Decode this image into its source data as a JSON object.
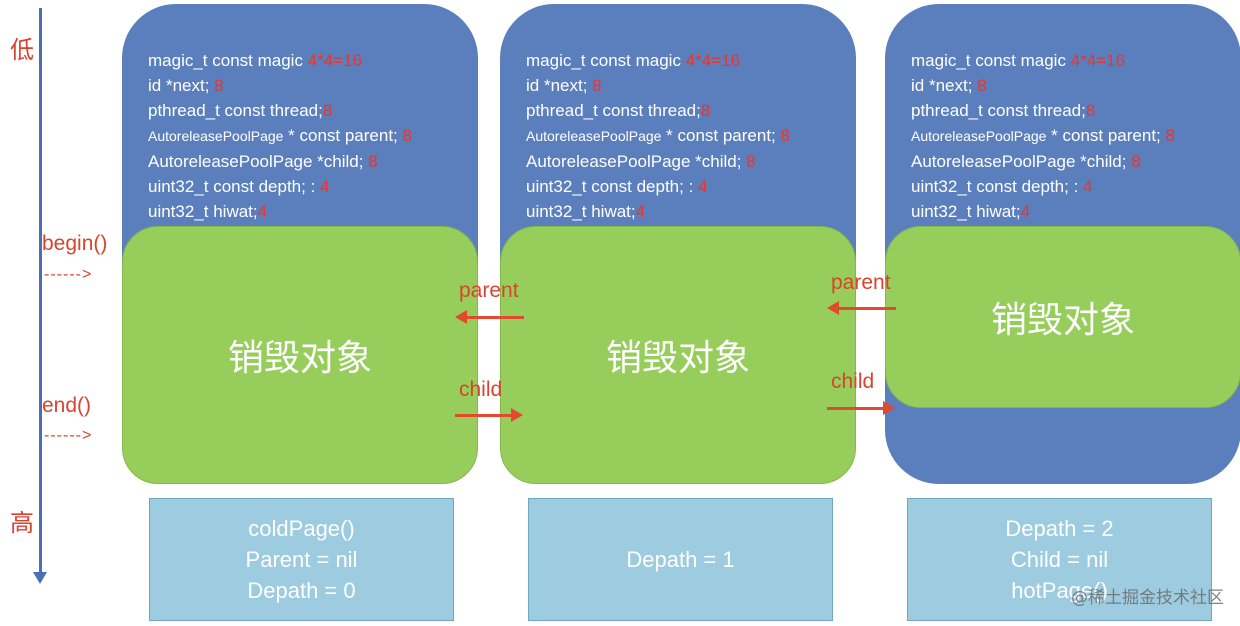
{
  "axis": {
    "low": "低",
    "high": "高"
  },
  "markers": {
    "begin": "begin()",
    "end": "end()",
    "arrow": "------>"
  },
  "link_labels": {
    "parent": "parent",
    "child": "child"
  },
  "pages": [
    {
      "fields": [
        {
          "text": "magic_t const magic ",
          "value": "4*4=16"
        },
        {
          "text": "id *next; ",
          "value": "8"
        },
        {
          "text": "pthread_t const thread;",
          "value": "8"
        },
        {
          "small": "AutoreleasePoolPage",
          "text": " * const parent; ",
          "value": "8"
        },
        {
          "text": "AutoreleasePoolPage *child;  ",
          "value": "8"
        },
        {
          "text": "uint32_t const depth; : ",
          "value": "4"
        },
        {
          "text": "uint32_t hiwat;",
          "value": "4"
        }
      ],
      "body": "销毁对象",
      "info": [
        "coldPage()",
        "Parent = nil",
        "Depath = 0"
      ]
    },
    {
      "fields": [
        {
          "text": "magic_t const magic ",
          "value": "4*4=16"
        },
        {
          "text": "id *next; ",
          "value": "8"
        },
        {
          "text": "pthread_t const thread;",
          "value": "8"
        },
        {
          "small": "AutoreleasePoolPage",
          "text": " * const parent; ",
          "value": "8"
        },
        {
          "text": "AutoreleasePoolPage *child;  ",
          "value": "8"
        },
        {
          "text": "uint32_t const depth; : ",
          "value": "4"
        },
        {
          "text": "uint32_t hiwat;",
          "value": "4"
        }
      ],
      "body": "销毁对象",
      "info": [
        "Depath = 1"
      ]
    },
    {
      "fields": [
        {
          "text": "magic_t const magic ",
          "value": "4*4=16"
        },
        {
          "text": "id *next; ",
          "value": "8"
        },
        {
          "text": "pthread_t const thread;",
          "value": "8"
        },
        {
          "small": "AutoreleasePoolPage",
          "text": " * const parent; ",
          "value": "8"
        },
        {
          "text": "AutoreleasePoolPage *child;  ",
          "value": "8"
        },
        {
          "text": "uint32_t const depth; : ",
          "value": "4"
        },
        {
          "text": "uint32_t hiwat;",
          "value": "4"
        }
      ],
      "body": "销毁对象",
      "info": [
        "Depath = 2",
        "Child = nil",
        "hotPage()"
      ]
    }
  ],
  "watermark": "@稀土掘金技术社区",
  "colors": {
    "page_bg": "#5b7fbd",
    "object_bg": "#97cd5b",
    "info_bg": "#9dcbe0",
    "accent_red": "#e8352b",
    "axis": "#4a6fb5"
  }
}
